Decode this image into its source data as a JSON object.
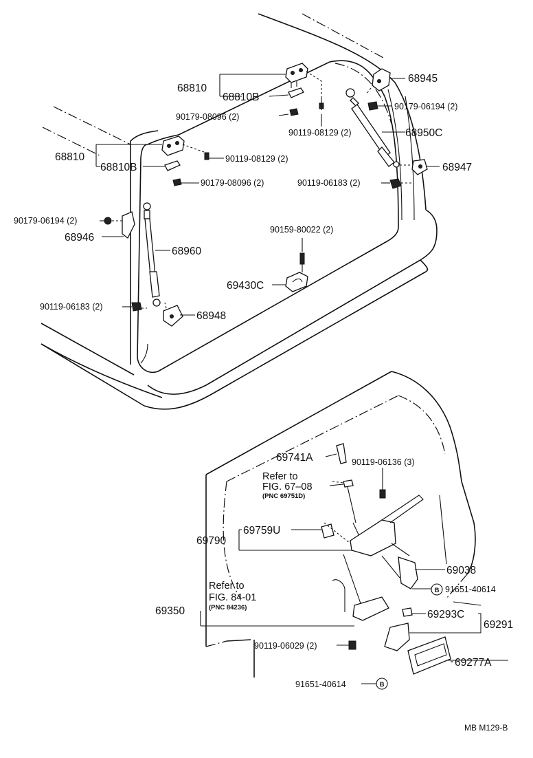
{
  "diagram": {
    "footer_code": "MB M129-B",
    "circle_marker": "B",
    "labels": {
      "p68810_top": "68810",
      "p68810b_top": "68810B",
      "p68945": "68945",
      "p90179_06194_top": "90179-06194 (2)",
      "p90179_08096_top": "90179-08096 (2)",
      "p90119_08129_top": "90119-08129 (2)",
      "p68950c": "68950C",
      "p68810_left": "68810",
      "p68810b_left": "68810B",
      "p90119_08129_left": "90119-08129 (2)",
      "p68947": "68947",
      "p90179_08096_left": "90179-08096 (2)",
      "p90119_06183_right": "90119-06183 (2)",
      "p90179_06194_left": "90179-06194 (2)",
      "p68946": "68946",
      "p90159_80022": "90159-80022 (2)",
      "p68960": "68960",
      "p69430c": "69430C",
      "p90119_06183_left": "90119-06183 (2)",
      "p68948": "68948",
      "p69741a": "69741A",
      "p90119_06136": "90119-06136 (3)",
      "refer_to_1": "Refer to",
      "fig_67_08": "FIG. 67–08",
      "pnc_69751d": "(PNC 69751D)",
      "p69790": "69790",
      "p69759u": "69759U",
      "p69038": "69038",
      "p91651_40614_right": "91651-40614",
      "refer_to_2": "Refer to",
      "fig_84_01": "FIG. 84-01",
      "pnc_84236": "(PNC 84236)",
      "p69350": "69350",
      "p69293c": "69293C",
      "p69291": "69291",
      "p90119_06029": "90119-06029 (2)",
      "p69277a": "69277A",
      "p91651_40614_bottom": "91651-40614"
    }
  }
}
